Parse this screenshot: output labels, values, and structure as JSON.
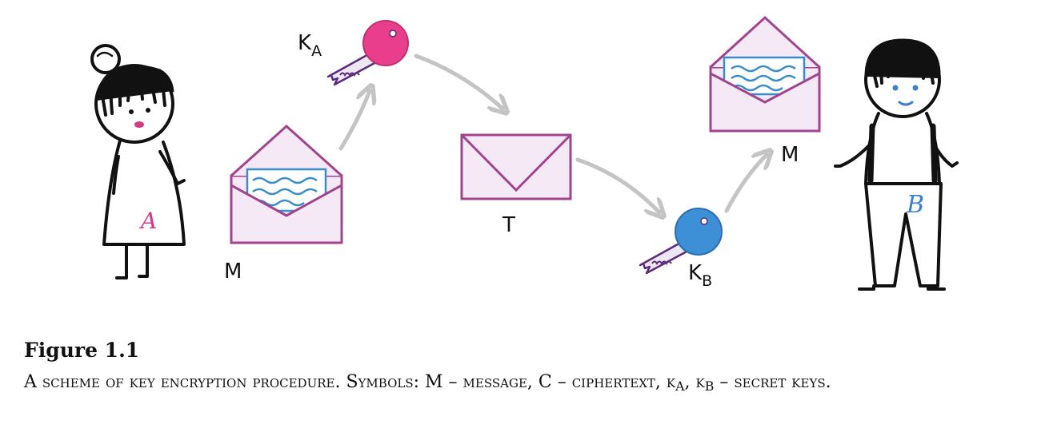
{
  "labels": {
    "key_a_base": "K",
    "key_a_sub": "A",
    "key_b_base": "K",
    "key_b_sub": "B",
    "message_left": "M",
    "transmitted": "T",
    "message_right": "M",
    "alice_letter": "A",
    "bob_letter": "B"
  },
  "caption": {
    "title": "Figure 1.1",
    "text_1": "A scheme of key encryption procedure. Symbols: M – message, C – ciphertext, k",
    "sub_a": "A",
    "text_2": ", k",
    "sub_b": "B",
    "text_3": " – secret keys."
  },
  "colors": {
    "envelope_fill": "#f4e9f5",
    "envelope_stroke": "#a0448f",
    "letter_stroke": "#3b8dc9",
    "key_a": "#e83e8c",
    "key_b": "#3d8fd6",
    "key_shaft": "#ede6f3",
    "key_shaft_stroke": "#5b2c7a",
    "arrow": "#c4c4c4",
    "alice_accent": "#d63a85",
    "bob_accent": "#3b7fd0"
  }
}
